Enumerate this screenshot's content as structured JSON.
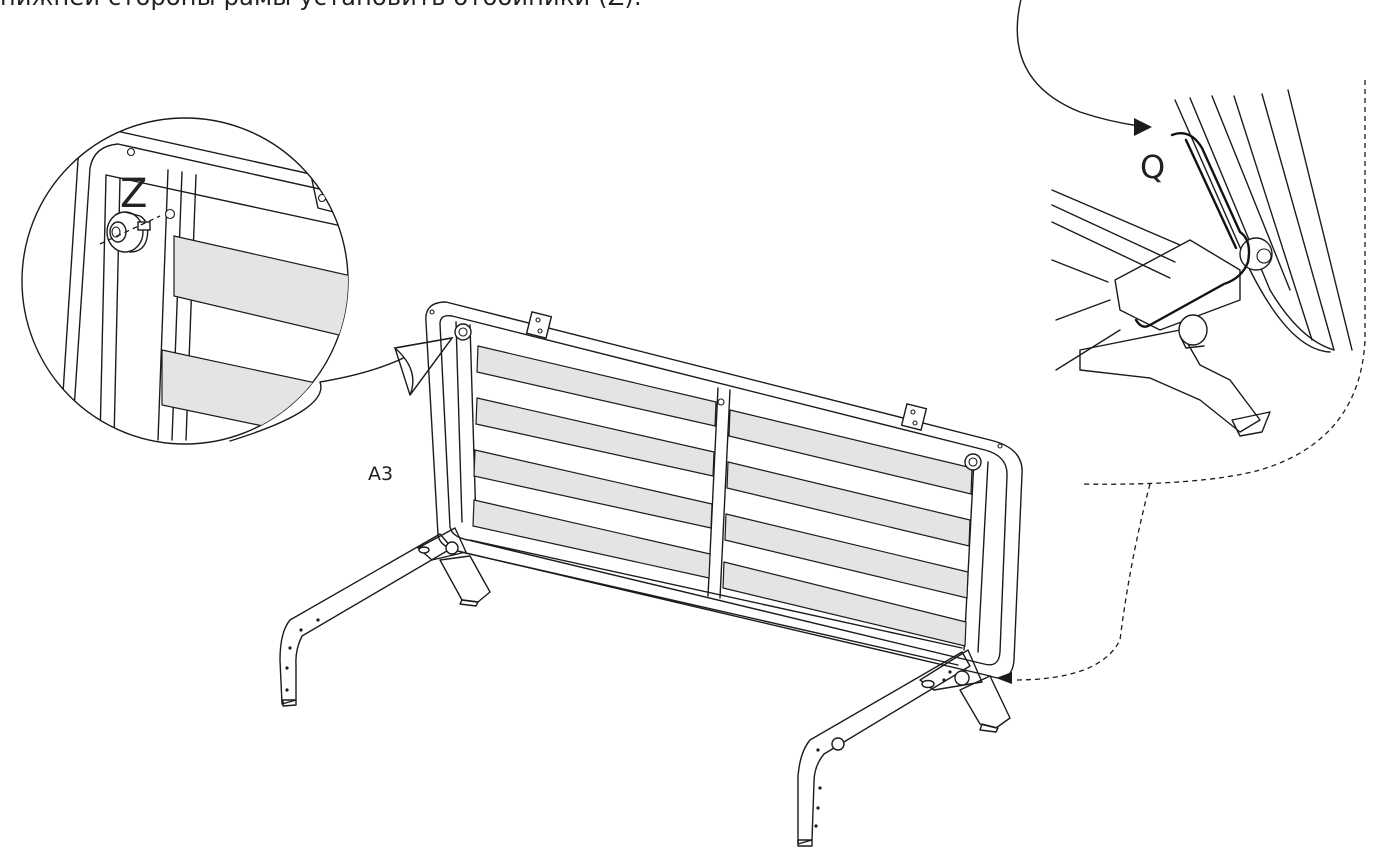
{
  "instruction_text": "нижней стороны рамы установить отбойники (Z).",
  "labels": {
    "part_z": "Z",
    "part_q": "Q",
    "part_a3": "A3"
  },
  "colors": {
    "line": "#1b1b1b",
    "slat_fill": "#e4e4e4",
    "background": "#ffffff"
  }
}
